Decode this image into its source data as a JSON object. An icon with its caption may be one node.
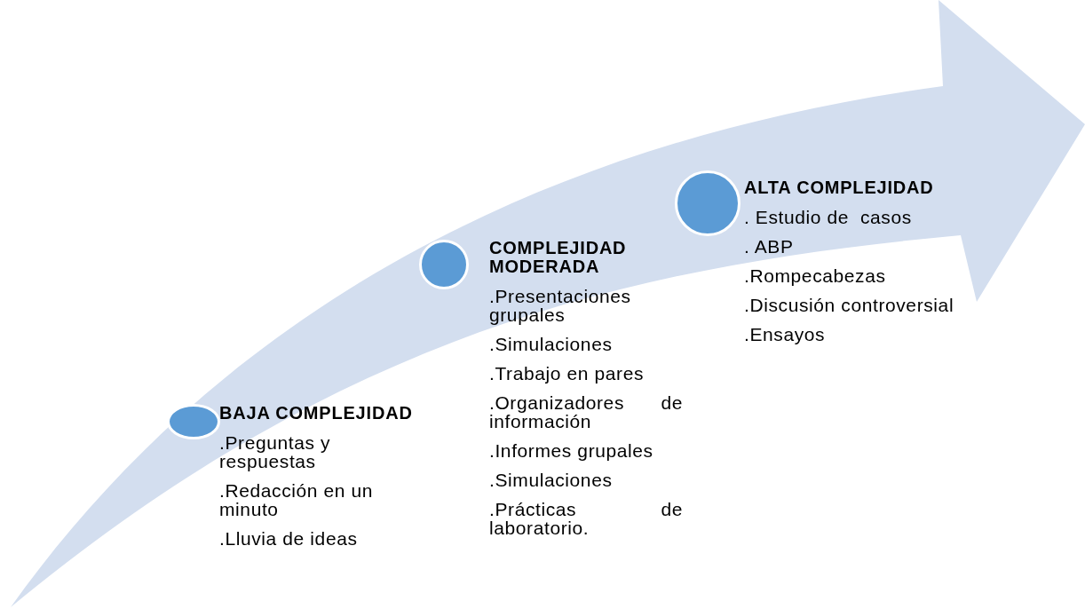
{
  "diagram": {
    "nodes": [
      {
        "text": [
          "BAJA COMPLEJIDAD",
          ".Preguntas y respuestas",
          ".Redacción en un minuto",
          ".Lluvia de ideas"
        ]
      },
      {
        "text": [
          "COMPLEJIDAD MODERADA",
          ".Presentaciones grupales",
          ".Simulaciones",
          ".Trabajo en pares",
          ".Organizadores de información",
          ".Informes grupales",
          ".Simulaciones",
          ".Prácticas de laboratorio."
        ]
      },
      {
        "text": [
          "ALTA COMPLEJIDAD",
          ". Estudio de  casos",
          ". ABP",
          ".Rompecabezas",
          ".Discusión controversial",
          ".Ensayos"
        ]
      }
    ]
  }
}
